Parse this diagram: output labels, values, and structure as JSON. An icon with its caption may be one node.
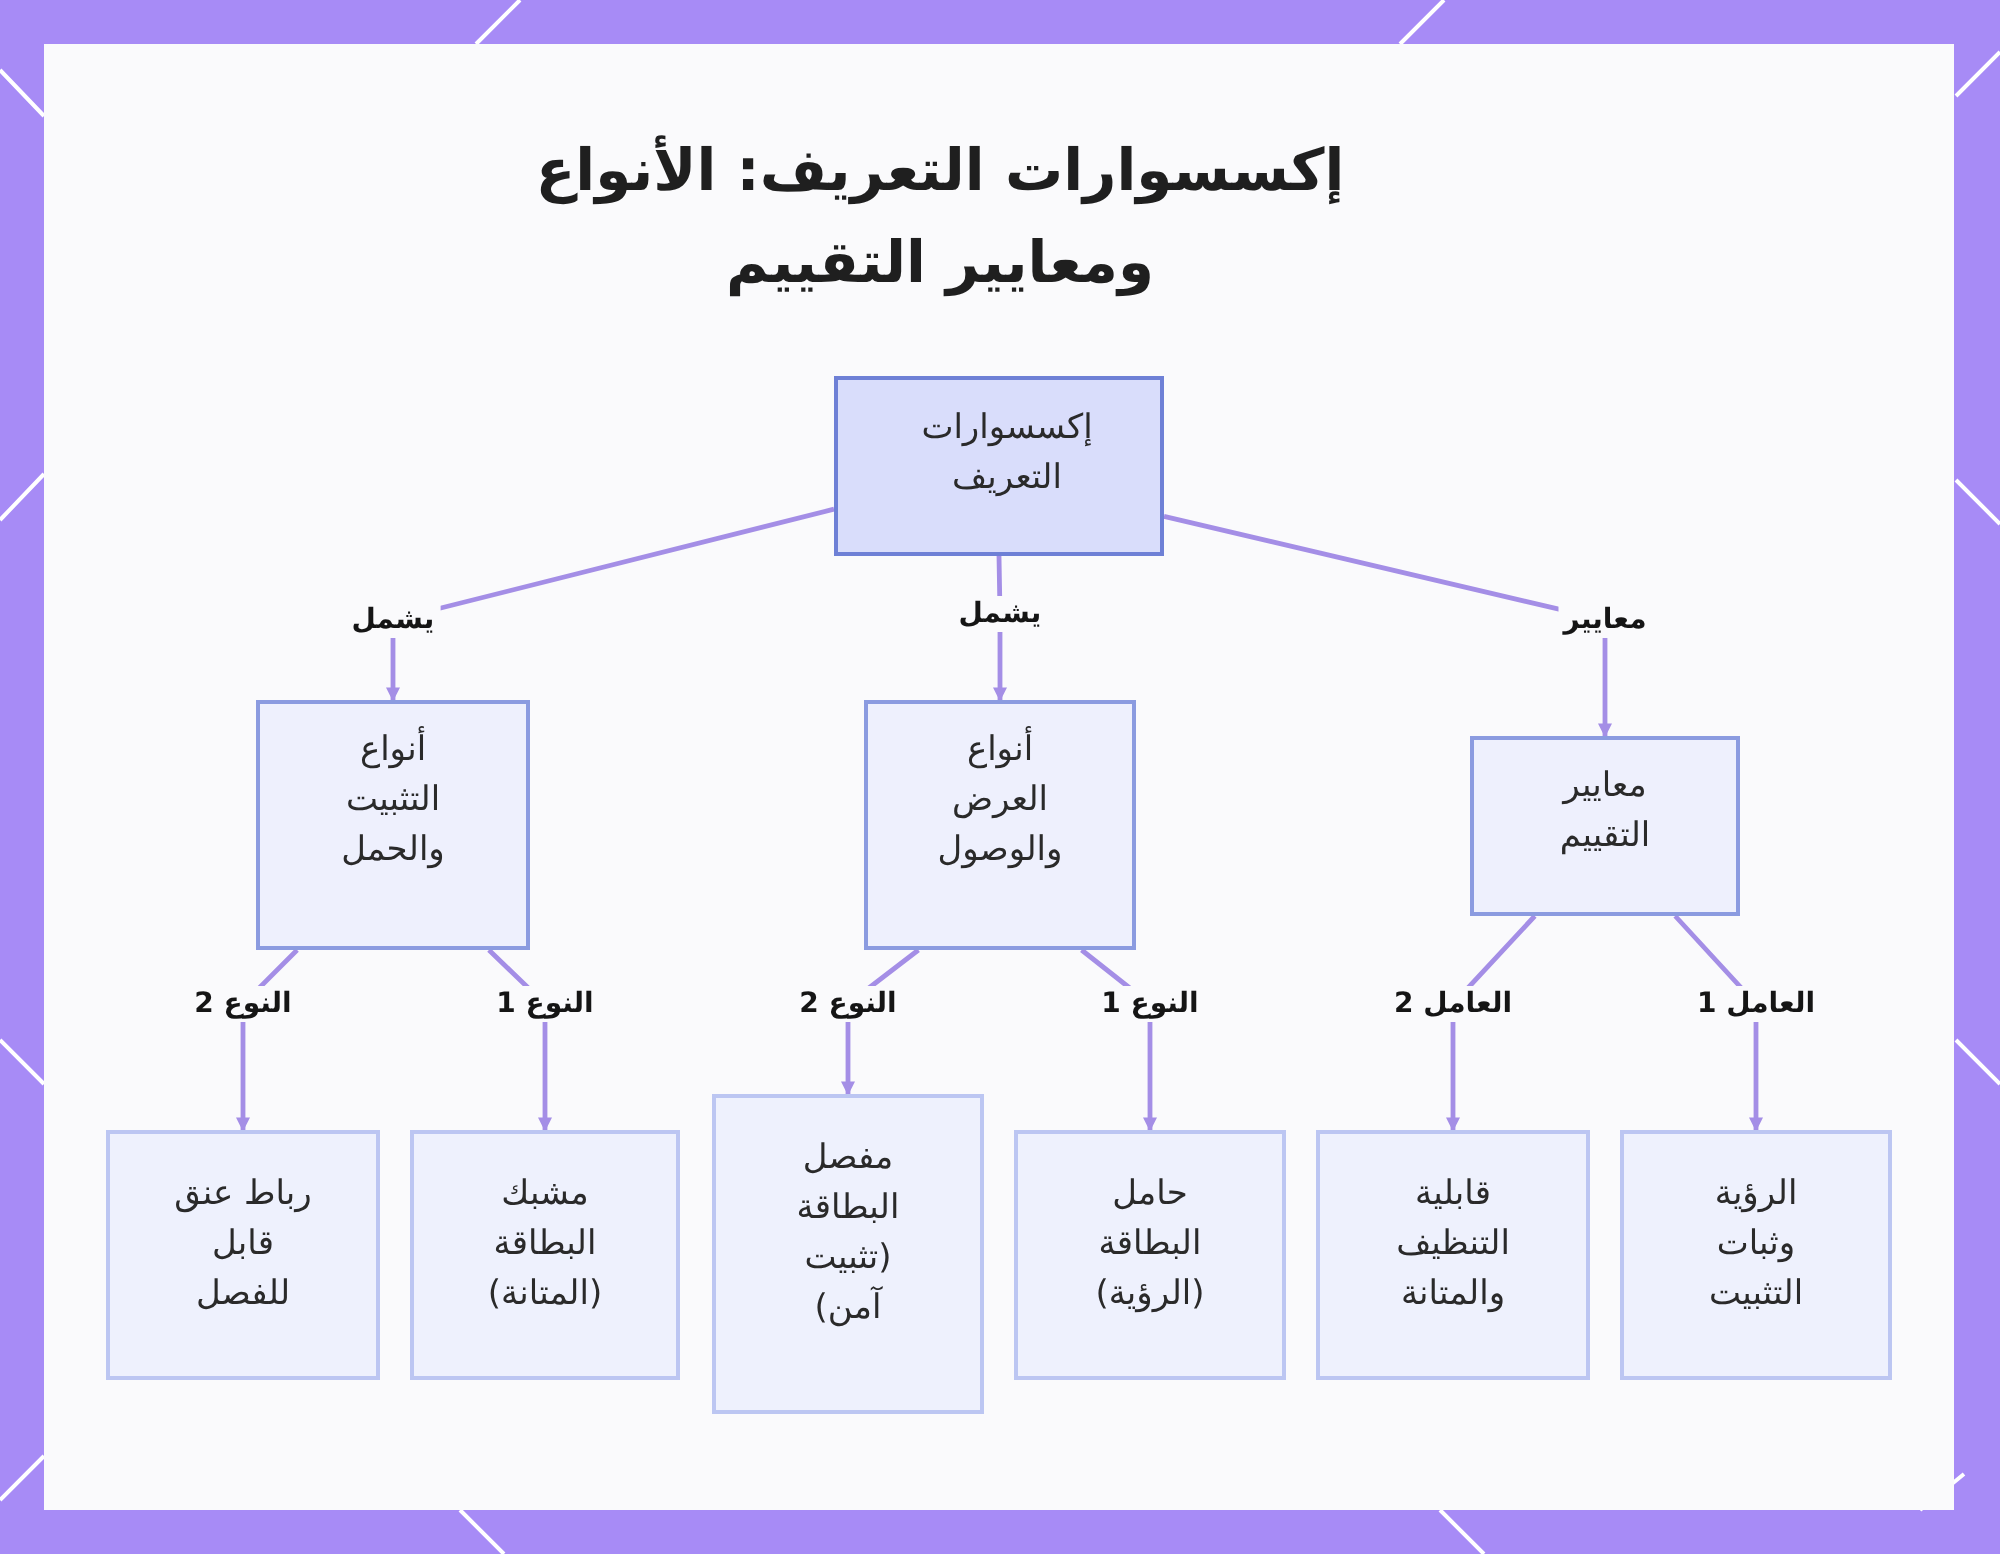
{
  "diagram": {
    "title": "إكسسوارات التعريف: الأنواع ومعايير التقييم",
    "nodes": [
      {
        "text": [
          "إكسسوارات التعريف"
        ]
      },
      {
        "text": [
          "معايير التقييم"
        ]
      },
      {
        "text": [
          "أنواع العرض والوصول"
        ]
      },
      {
        "text": [
          "أنواع التثبيت والحمل"
        ]
      },
      {
        "text": [
          "الرؤية وثبات التثبيت"
        ]
      },
      {
        "text": [
          "قابلية التنظيف والمتانة"
        ]
      },
      {
        "text": [
          "حامل البطاقة (الرؤية)"
        ]
      },
      {
        "text": [
          "مفصل البطاقة (تثبيت آمن)"
        ]
      },
      {
        "text": [
          "مشبك البطاقة (المتانة)"
        ]
      },
      {
        "text": [
          "رباط عنق قابل للفصل"
        ]
      }
    ],
    "edges": [
      {
        "from": 0,
        "to": 1,
        "arrow": "to",
        "label": "معايير"
      },
      {
        "from": 0,
        "to": 2,
        "arrow": "to",
        "label": "يشمل"
      },
      {
        "from": 0,
        "to": 3,
        "arrow": "to",
        "label": "يشمل"
      },
      {
        "from": 1,
        "to": 4,
        "arrow": "to",
        "label": "العامل 1"
      },
      {
        "from": 1,
        "to": 5,
        "arrow": "to",
        "label": "العامل 2"
      },
      {
        "from": 2,
        "to": 6,
        "arrow": "to",
        "label": "النوع 1"
      },
      {
        "from": 2,
        "to": 7,
        "arrow": "to",
        "label": "النوع 2"
      },
      {
        "from": 3,
        "to": 8,
        "arrow": "to",
        "label": "النوع 1"
      },
      {
        "from": 3,
        "to": 9,
        "arrow": "to",
        "label": "النوع 2"
      }
    ]
  }
}
